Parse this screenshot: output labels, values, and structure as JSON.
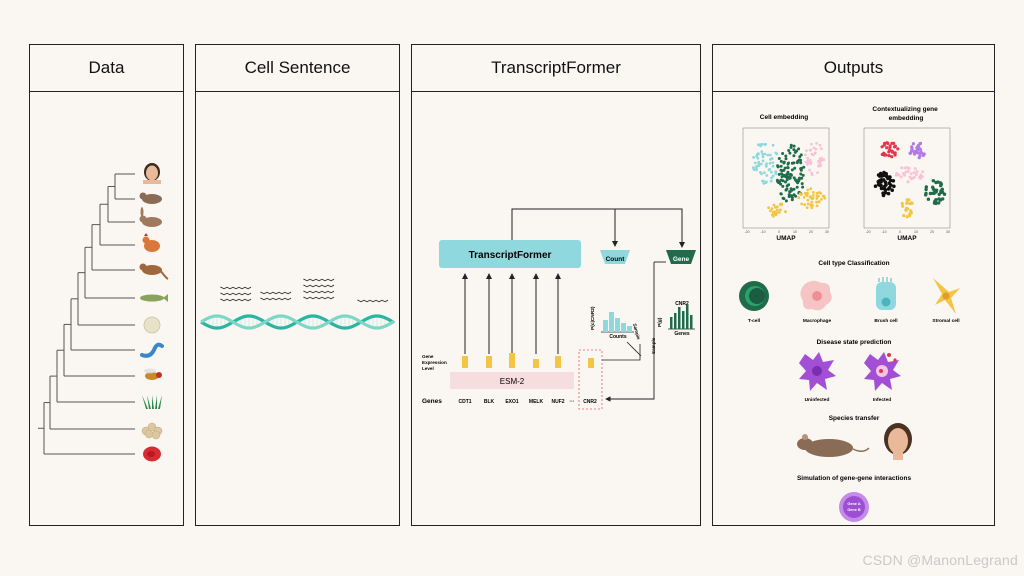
{
  "panels": {
    "data": "Data",
    "cell_sentence": "Cell Sentence",
    "transcriptformer": "TranscriptFormer",
    "outputs": "Outputs"
  },
  "transcriptformer": {
    "model_label": "TranscriptFormer",
    "count_label": "Count",
    "gene_label": "Gene",
    "esm_label": "ESM-2",
    "gene_expr_label": [
      "Gene",
      "Expression",
      "Level"
    ],
    "genes_row_label": "Genes",
    "genes": [
      "CDT1",
      "BLK",
      "EXO1",
      "MELK",
      "NUF2",
      "···"
    ],
    "extra_gene": "CNR2",
    "count_chart_ylabel": "P(c|CNR2)",
    "count_chart_xlabel": "Counts",
    "gene_chart_title": "CNR2",
    "gene_chart_ylabel": "P(g)",
    "gene_chart_xlabel": "Genes",
    "sample_label": "Sample",
    "colors": {
      "model": "#8fd9de",
      "count": "#8fd9de",
      "gene": "#1f6b4a",
      "esm": "#f7dede",
      "bar": "#f4c542"
    }
  },
  "outputs": {
    "cell_embedding": "Cell embedding",
    "context_embedding": [
      "Contextualizing gene",
      "embedding"
    ],
    "umap_label": "UMAP",
    "umap_ticks": [
      "-20",
      "-10",
      "0",
      "10",
      "20",
      "30"
    ],
    "cell_type_title": "Cell type Classification",
    "cell_types": [
      "T-cell",
      "Macrophage",
      "Brush cell",
      "Stromal cell"
    ],
    "disease_title": "Disease state prediction",
    "disease_states": [
      "Uninfected",
      "Infected"
    ],
    "species_title": "Species transfer",
    "simulation_title": "Simulation of gene-gene interactions",
    "gene_node": [
      "Gene A",
      "Gene B"
    ]
  },
  "data_panel": {
    "organisms": [
      "human",
      "mouse",
      "rabbit",
      "chicken",
      "kangaroo",
      "fish",
      "sponge",
      "worm",
      "fly",
      "plant",
      "fungus",
      "red-cell"
    ]
  },
  "watermark": "CSDN @ManonLegrand"
}
